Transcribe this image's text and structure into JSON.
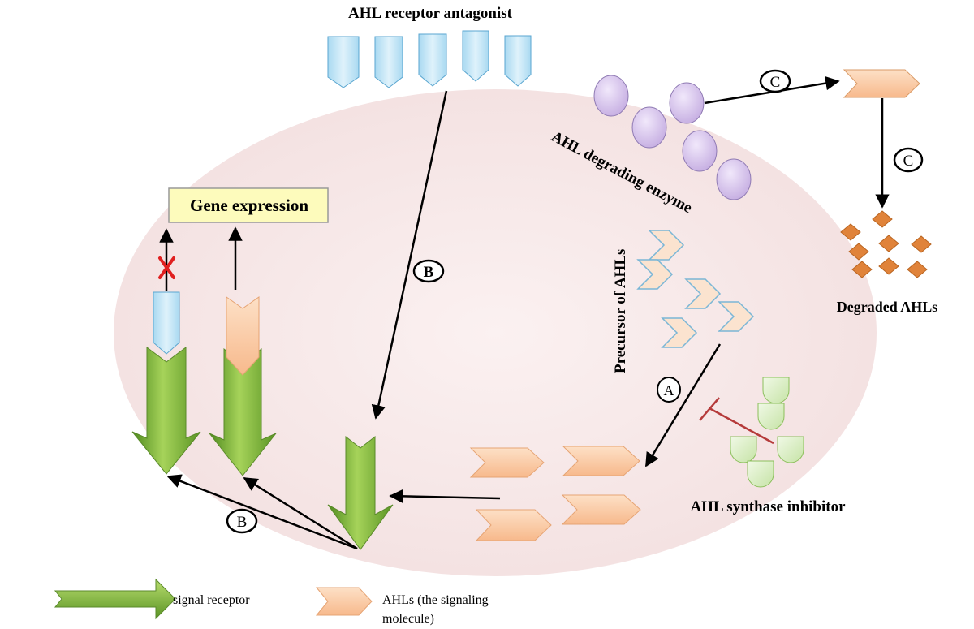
{
  "labels": {
    "antagonist": "AHL receptor antagonist",
    "degrading_enzyme": "AHL degrading enzyme",
    "gene_expression": "Gene expression",
    "precursor": "Precursor of AHLs",
    "degraded": "Degraded AHLs",
    "synthase_inhibitor": "AHL synthase inhibitor",
    "marker_a": "A",
    "marker_b": "B",
    "marker_c": "C"
  },
  "legend": {
    "receptor": "signal receptor",
    "ahl_line1": "AHLs (the signaling",
    "ahl_line2": "molecule)"
  },
  "colors": {
    "cell": "#f6e6e6",
    "receptor_green": "#86b83a",
    "ahl_orange": "#f9c9a1",
    "antagonist_blue": "#c4e6f6",
    "enzyme_purple": "#d8c6ec",
    "inhibitor_green": "#dcefc8",
    "degraded_orange": "#e0833a",
    "block_red": "#e02020"
  }
}
